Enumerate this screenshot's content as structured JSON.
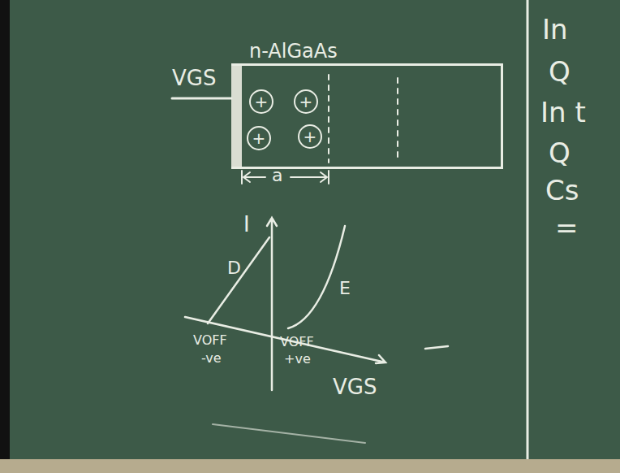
{
  "diagram": {
    "nodes": [
      {
        "text": [
          "n-AlGaAs"
        ]
      },
      {
        "text": [
          "+"
        ],
        "in": 0
      },
      {
        "text": [
          "+"
        ],
        "in": 0
      },
      {
        "text": [
          "+"
        ],
        "in": 0
      },
      {
        "text": [
          "+"
        ],
        "in": 0
      }
    ],
    "labels": [
      "VGS",
      "a",
      "I",
      "D",
      "E",
      "VOFF",
      "-ve",
      "VOFF",
      "+ve",
      "VGS",
      "In",
      "Q",
      "In t",
      "Q",
      "Cs",
      "="
    ]
  }
}
